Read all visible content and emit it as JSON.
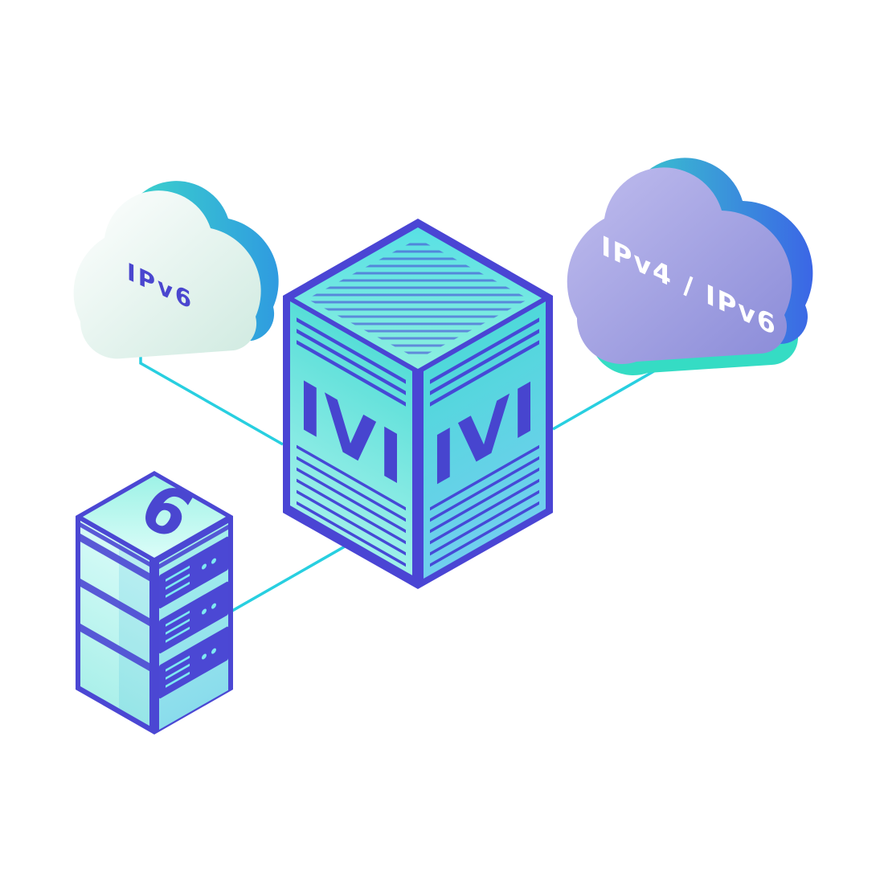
{
  "illustration": {
    "labels": {
      "left_cloud": "IPv6",
      "right_cloud": "IPv4 / IPv6",
      "box_left_face": "IVI",
      "box_right_face": "IVI",
      "server_top": "6"
    },
    "colors": {
      "background": "#ffffff",
      "connector_cyan": "#28cfe0",
      "outline_indigo": "#4a45d4",
      "face_teal": "#57ded8",
      "stripe_blue": "#4649d6",
      "cloud_mint_front": "#e9faf3",
      "cloud_purple_front": "#9a99dd",
      "back_layer_teal": "#38dcc8",
      "back_layer_blue": "#3b66e6",
      "label_indigo": "#4a46cf",
      "label_white": "#ffffff"
    }
  }
}
